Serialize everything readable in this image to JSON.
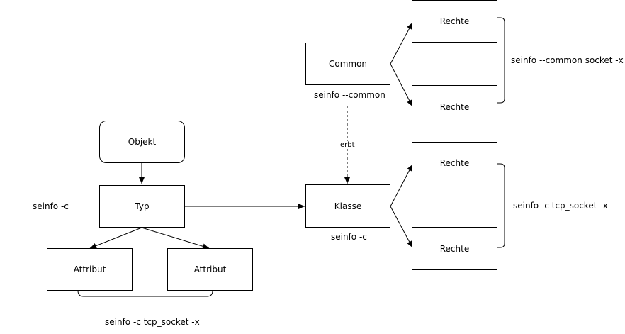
{
  "nodes": {
    "objekt": "Objekt",
    "typ": "Typ",
    "attribut_left": "Attribut",
    "attribut_right": "Attribut",
    "common": "Common",
    "klasse": "Klasse",
    "rechte_1": "Rechte",
    "rechte_2": "Rechte",
    "rechte_3": "Rechte",
    "rechte_4": "Rechte"
  },
  "labels": {
    "typ_cmd": "seinfo -c",
    "attribute_cmd": "seinfo -c tcp_socket -x",
    "common_cmd": "seinfo --common",
    "klasse_cmd": "seinfo -c",
    "common_rights_cmd": "seinfo --common socket -x",
    "klasse_rights_cmd": "seinfo -c tcp_socket -x",
    "inherits": "erbt"
  }
}
